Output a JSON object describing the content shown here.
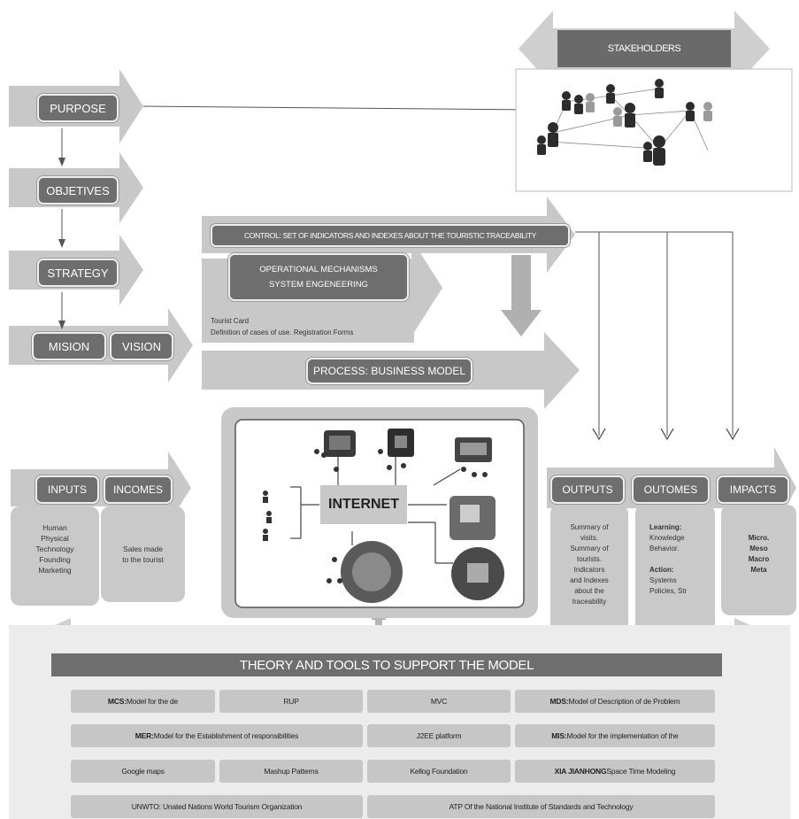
{
  "stakeholders": {
    "title": "STAKEHOLDERS"
  },
  "left_flow": {
    "purpose": "PURPOSE",
    "objetives": "OBJETIVES",
    "strategy": "STRATEGY",
    "mision": "MISION",
    "vision": "VISION"
  },
  "control": {
    "label": "CONTROL: SET OF INDICATORS AND INDEXES ABOUT THE TOURISTIC TRACEABILITY"
  },
  "operational": {
    "line1": "OPERATIONAL MECHANISMS",
    "line2": "SYSTEM ENGENEERING"
  },
  "tourist": {
    "line1": "Tourist Card",
    "line2": "Definition of cases of use.  Registration Forms"
  },
  "process": {
    "label": "PROCESS: BUSINESS MODEL"
  },
  "internet": {
    "label": "INTERNET"
  },
  "inputs": {
    "label": "INPUTS",
    "items": [
      "Human",
      "Physical",
      "Technology",
      "Founding",
      "Marketing"
    ]
  },
  "incomes": {
    "label": "INCOMES",
    "items": [
      "Sales made",
      "to the tourist"
    ]
  },
  "outputs": {
    "label": "OUTPUTS",
    "items": [
      "Summary of",
      "visits.",
      "Summary of",
      "tourists.",
      "Indicators",
      "and Indexes",
      "about the",
      "traceability"
    ]
  },
  "outomes": {
    "label": "OUTOMES",
    "learning_title": "Learning:",
    "learning": [
      "Knowledge",
      "Behavior."
    ],
    "action_title": "Action:",
    "action": [
      "Systems",
      "Policies, Str"
    ]
  },
  "impacts": {
    "label": "IMPACTS",
    "items": [
      "Micro.",
      "Meso",
      "Macro",
      "Meta"
    ]
  },
  "theory": {
    "title": "THEORY  AND TOOLS TO SUPPORT THE MODEL",
    "r1c1_b": "MCS:",
    "r1c1": " Model for the de",
    "r1c2": "RUP",
    "r1c3": "MVC",
    "r1c4_b": "MDS:",
    "r1c4": "Model  of  Description of  de Problem",
    "r2c1_b": "MER:",
    "r2c1": " Model for the Establishment of responsibilities",
    "r2c2": "J2EE platform",
    "r2c3_b": "MIS:",
    "r2c3": " Model for the implementation of the",
    "r3c1": "Google maps",
    "r3c2": "Mashup Patterns",
    "r3c3": "Kellog Foundation",
    "r3c4_b": "XIA JIANHONG",
    "r3c4": " Space Time Modeling",
    "r4c1": "UNWTO: Unated Nations World Tourism Organization",
    "r4c2": "ATP Of the National Institute of Standards and Technology"
  }
}
